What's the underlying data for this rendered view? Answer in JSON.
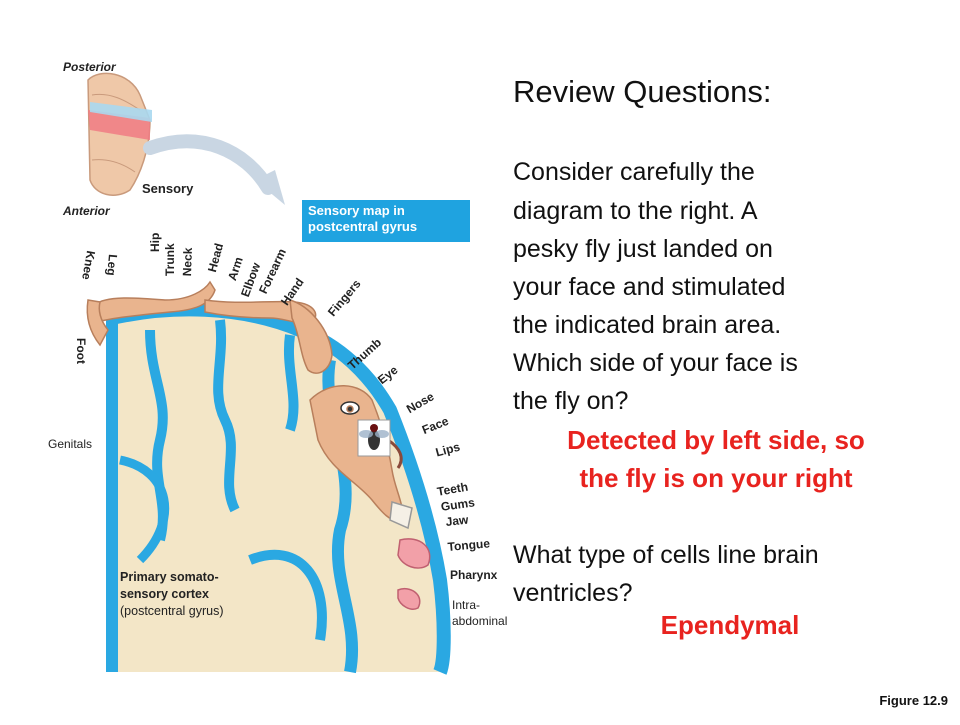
{
  "diagram": {
    "orientation": {
      "posterior": "Posterior",
      "anterior": "Anterior",
      "arrow_label": "Sensory"
    },
    "map_badge": "Sensory map in postcentral gyrus",
    "body_parts": [
      "Knee",
      "Leg",
      "Hip",
      "Trunk",
      "Neck",
      "Head",
      "Arm",
      "Elbow",
      "Forearm",
      "Hand",
      "Fingers",
      "Thumb",
      "Eye",
      "Nose",
      "Face",
      "Lips",
      "Teeth",
      "Gums",
      "Jaw",
      "Tongue",
      "Pharynx",
      "Intra-",
      "abdominal"
    ],
    "side_labels": {
      "foot": "Foot",
      "genitals": "Genitals"
    },
    "cortex_caption": {
      "line1": "Primary somato-",
      "line2": "sensory cortex",
      "line3": "(postcentral gyrus)"
    },
    "colors": {
      "cortex": "#2aa8e2",
      "brain": "#f3e6c7",
      "skin": "#e9b48e",
      "badge": "#1fa3e0"
    }
  },
  "review": {
    "title": "Review Questions:",
    "q1_lines": [
      "Consider carefully the",
      "diagram to the right.  A",
      "pesky fly just landed on",
      "your face and stimulated",
      "the indicated brain area.",
      "Which side of your face is",
      "the fly on?"
    ],
    "a1_lines": [
      "Detected by left side, so",
      "the fly is on your right"
    ],
    "q2_lines": [
      "What type of cells line brain",
      "ventricles?"
    ],
    "a2": "Ependymal",
    "answer_color": "#e8231f"
  },
  "figure_label": "Figure 12.9"
}
